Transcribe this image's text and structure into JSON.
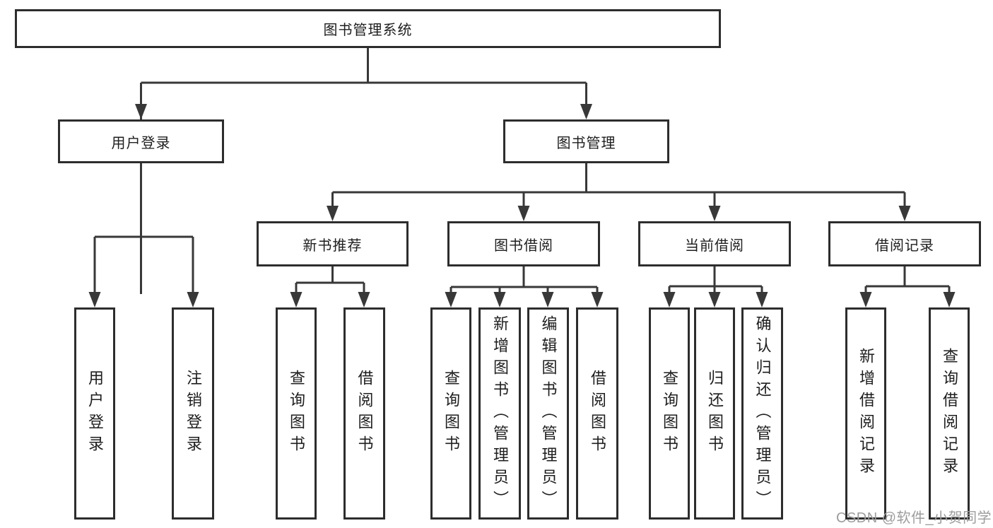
{
  "colors": {
    "box_border": "#2d2d2d",
    "connector_line": "#383838",
    "text": "#1e1e1e",
    "watermark": "#9d9d9d",
    "background": "#ffffff"
  },
  "watermark": "CSDN @软件_小贺同学",
  "tree": {
    "label": "图书管理系统",
    "children": [
      {
        "label": "用户登录",
        "children": [
          {
            "label": "用户登录"
          },
          {
            "label": "注销登录"
          }
        ]
      },
      {
        "label": "图书管理",
        "children": [
          {
            "label": "新书推荐",
            "children": [
              {
                "label": "查询图书"
              },
              {
                "label": "借阅图书"
              }
            ]
          },
          {
            "label": "图书借阅",
            "children": [
              {
                "label": "查询图书"
              },
              {
                "label": "新增图书（管理员）"
              },
              {
                "label": "编辑图书（管理员）"
              },
              {
                "label": "借阅图书"
              }
            ]
          },
          {
            "label": "当前借阅",
            "children": [
              {
                "label": "查询图书"
              },
              {
                "label": "归还图书"
              },
              {
                "label": "确认归还（管理员）"
              }
            ]
          },
          {
            "label": "借阅记录",
            "children": [
              {
                "label": "新增借阅记录"
              },
              {
                "label": "查询借阅记录"
              }
            ]
          }
        ]
      }
    ]
  }
}
